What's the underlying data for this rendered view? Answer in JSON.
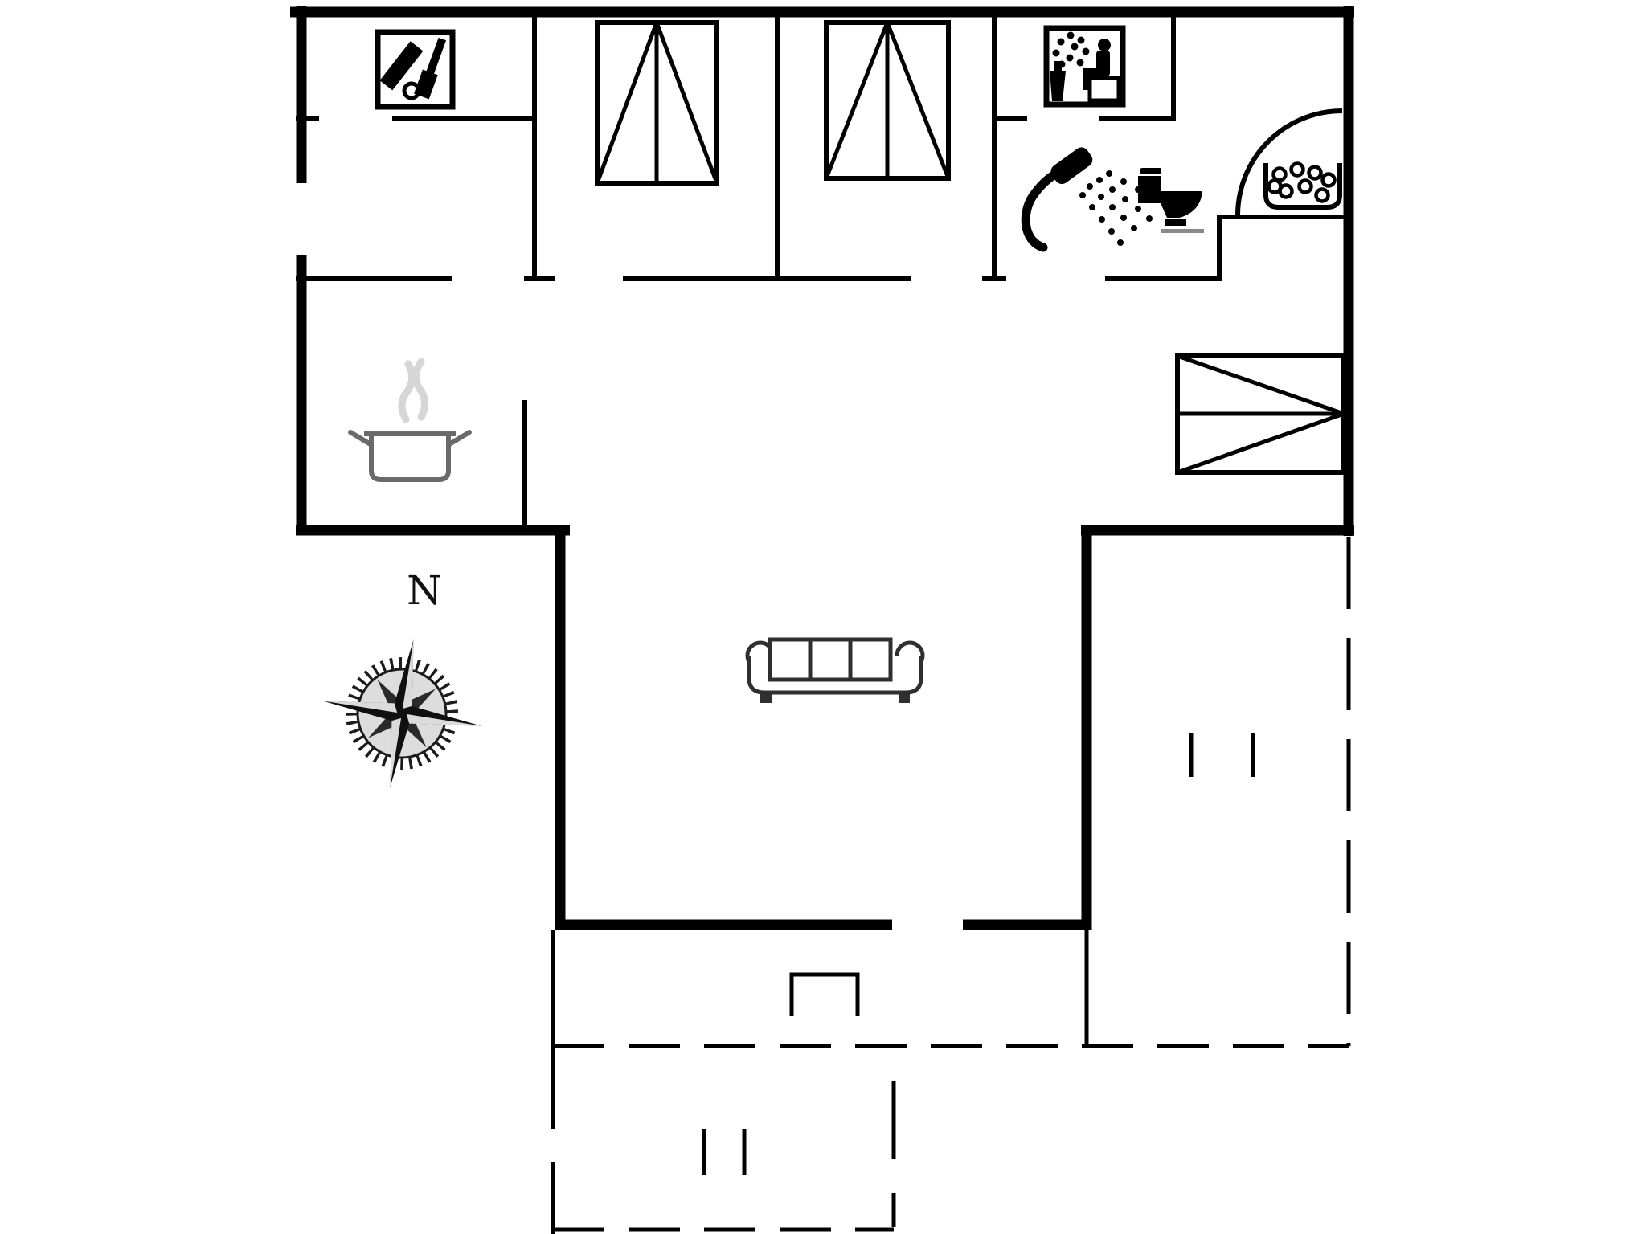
{
  "figure": {
    "kind": "floor-plan",
    "description": "Single-storey holiday house floor plan with three bedrooms, bathroom with sauna and whirlpool, kitchen, living room and dashed terrace outlines"
  },
  "palette": {
    "background": "#ffffff",
    "wall": "#000000",
    "furniture": "#2f2f2f",
    "pot": "#6a6a6a",
    "steam": "#d6d6d6"
  },
  "compass": {
    "label": "N"
  },
  "icons": {
    "cleaning": "cleaning-equipment-icon",
    "sauna": "sauna-icon",
    "shower": "shower-icon",
    "toilet": "toilet-icon",
    "whirlpool": "whirlpool-icon",
    "cooking_pot": "cooking-pot-icon",
    "wardrobe": "wardrobe-symbol",
    "sofa": "sofa-symbol",
    "compass_rose": "compass-rose-icon",
    "door_swing": "door-swing-arc",
    "terrace_boundary": "terrace-dashed-boundary"
  }
}
